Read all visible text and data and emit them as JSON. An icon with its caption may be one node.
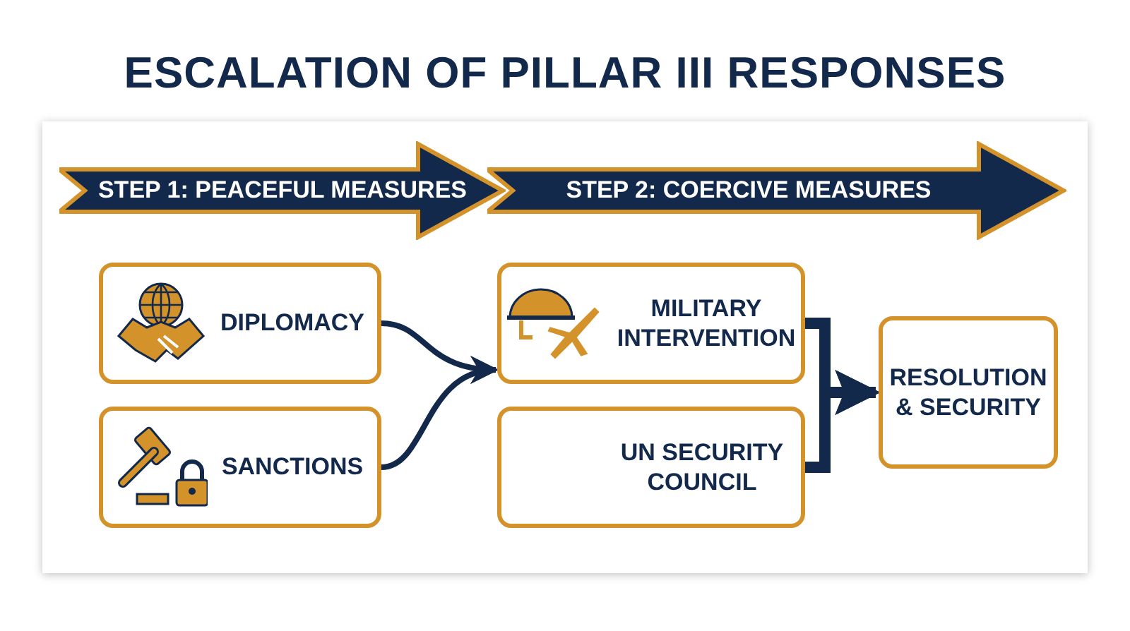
{
  "diagram": {
    "title": "ESCALATION OF PILLAR III RESPONSES",
    "nodes": [
      {
        "text": [
          "STEP 1: PEACEFUL MEASURES"
        ]
      },
      {
        "text": [
          "STEP 2: COERCIVE MEASURES"
        ]
      },
      {
        "text": [
          "DIPLOMACY"
        ]
      },
      {
        "text": [
          "SANCTIONS"
        ]
      },
      {
        "text": [
          "MILITARY INTERVENTION"
        ]
      },
      {
        "text": [
          "UN SECURITY COUNCIL"
        ]
      },
      {
        "text": [
          "RESOLUTION & SECURITY"
        ]
      }
    ],
    "edges": [
      {
        "from": 2,
        "to": 4,
        "arrow": "to"
      },
      {
        "from": 3,
        "to": 4,
        "arrow": "to"
      },
      {
        "from": 4,
        "to": 6,
        "arrow": "to",
        "style": "thick"
      },
      {
        "from": 5,
        "to": 6,
        "arrow": "to",
        "style": "thick"
      }
    ]
  }
}
